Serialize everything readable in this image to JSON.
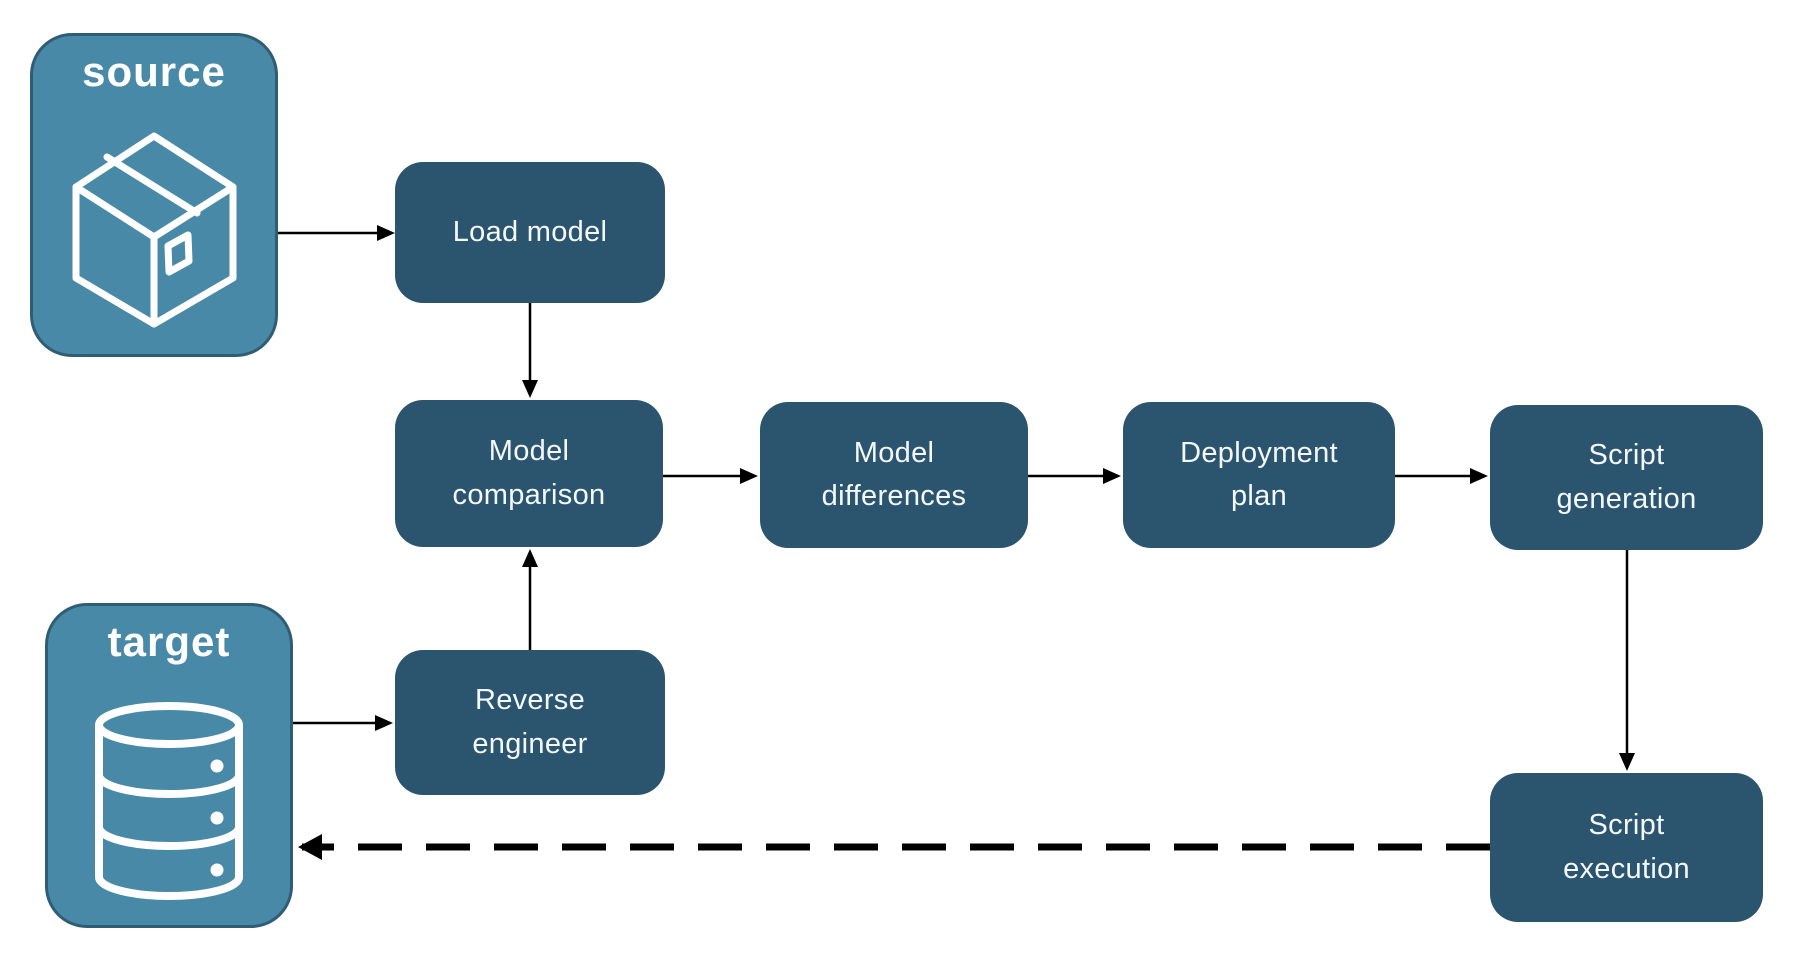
{
  "colors": {
    "background": "#FFFFFF",
    "container_fill": "#4889A8",
    "container_border": "#2F5D76",
    "node_fill": "#2B546F",
    "node_text": "#F4F8FA",
    "arrow": "#000000"
  },
  "containers": {
    "source": {
      "label": "source",
      "icon": "package-icon"
    },
    "target": {
      "label": "target",
      "icon": "database-icon"
    }
  },
  "nodes": {
    "load_model": {
      "label": "Load model"
    },
    "model_comparison": {
      "label": "Model comparison"
    },
    "model_differences": {
      "label": "Model differences"
    },
    "deployment_plan": {
      "label": "Deployment plan"
    },
    "script_generation": {
      "label": "Script generation"
    },
    "reverse_engineer": {
      "label": "Reverse engineer"
    },
    "script_execution": {
      "label": "Script execution"
    }
  },
  "edges": [
    {
      "from": "source",
      "to": "load_model",
      "style": "solid"
    },
    {
      "from": "load_model",
      "to": "model_comparison",
      "style": "solid"
    },
    {
      "from": "model_comparison",
      "to": "model_differences",
      "style": "solid"
    },
    {
      "from": "model_differences",
      "to": "deployment_plan",
      "style": "solid"
    },
    {
      "from": "deployment_plan",
      "to": "script_generation",
      "style": "solid"
    },
    {
      "from": "script_generation",
      "to": "script_execution",
      "style": "solid"
    },
    {
      "from": "target",
      "to": "reverse_engineer",
      "style": "solid"
    },
    {
      "from": "reverse_engineer",
      "to": "model_comparison",
      "style": "solid"
    },
    {
      "from": "script_execution",
      "to": "target",
      "style": "dashed"
    }
  ]
}
